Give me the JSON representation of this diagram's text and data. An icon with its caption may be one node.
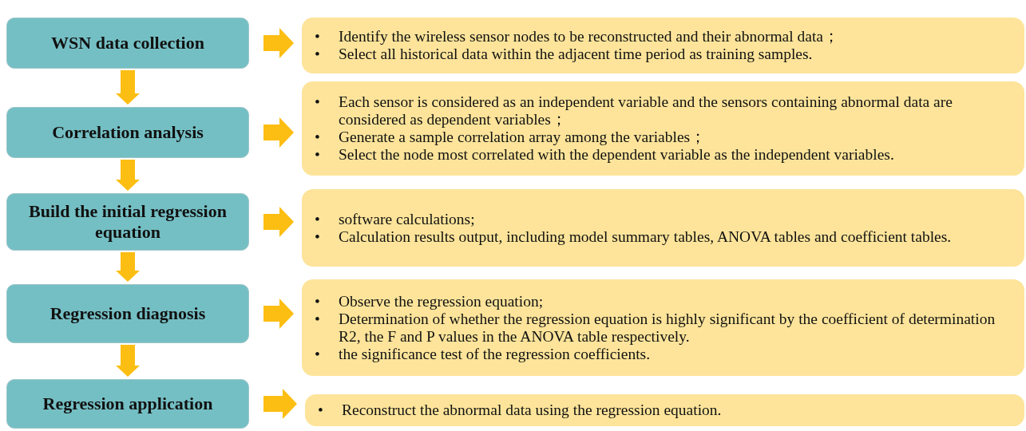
{
  "diagram": {
    "nodes": [
      {
        "text": [
          "WSN data collection"
        ]
      },
      {
        "text": [
          "Correlation analysis"
        ]
      },
      {
        "text": [
          "Build the initial regression equation"
        ]
      },
      {
        "text": [
          "Regression diagnosis"
        ]
      },
      {
        "text": [
          "Regression application"
        ]
      },
      {
        "text": [
          "Identify the wireless sensor nodes to be reconstructed and their abnormal data；",
          "Select all historical data within the adjacent time period as training samples."
        ]
      },
      {
        "text": [
          "Each sensor is considered as an independent variable and the sensors containing abnormal data are considered as dependent variables；",
          "Generate a sample correlation array among the variables；",
          "Select the node most correlated with the dependent variable as the independent variables."
        ]
      },
      {
        "text": [
          "software calculations;",
          "Calculation results output, including model summary tables, ANOVA tables and coefficient tables."
        ]
      },
      {
        "text": [
          "Observe the regression equation;",
          "Determination of whether the regression equation is highly significant by the coefficient of determination R2, the F and P values in the ANOVA table respectively.",
          "the significance test of the regression coefficients."
        ]
      },
      {
        "text": [
          "Reconstruct the abnormal data using the regression equation."
        ]
      }
    ],
    "edges": [
      {
        "from": 0,
        "to": 1,
        "arrow": "to"
      },
      {
        "from": 1,
        "to": 2,
        "arrow": "to"
      },
      {
        "from": 2,
        "to": 3,
        "arrow": "to"
      },
      {
        "from": 3,
        "to": 4,
        "arrow": "to"
      },
      {
        "from": 0,
        "to": 5,
        "arrow": "to"
      },
      {
        "from": 1,
        "to": 6,
        "arrow": "to"
      },
      {
        "from": 2,
        "to": 7,
        "arrow": "to"
      },
      {
        "from": 3,
        "to": 8,
        "arrow": "to"
      },
      {
        "from": 4,
        "to": 9,
        "arrow": "to"
      }
    ],
    "labels": [
      "•",
      "•",
      "•",
      "•",
      "•",
      "•",
      "•",
      "•",
      "•",
      "•",
      "•"
    ]
  }
}
